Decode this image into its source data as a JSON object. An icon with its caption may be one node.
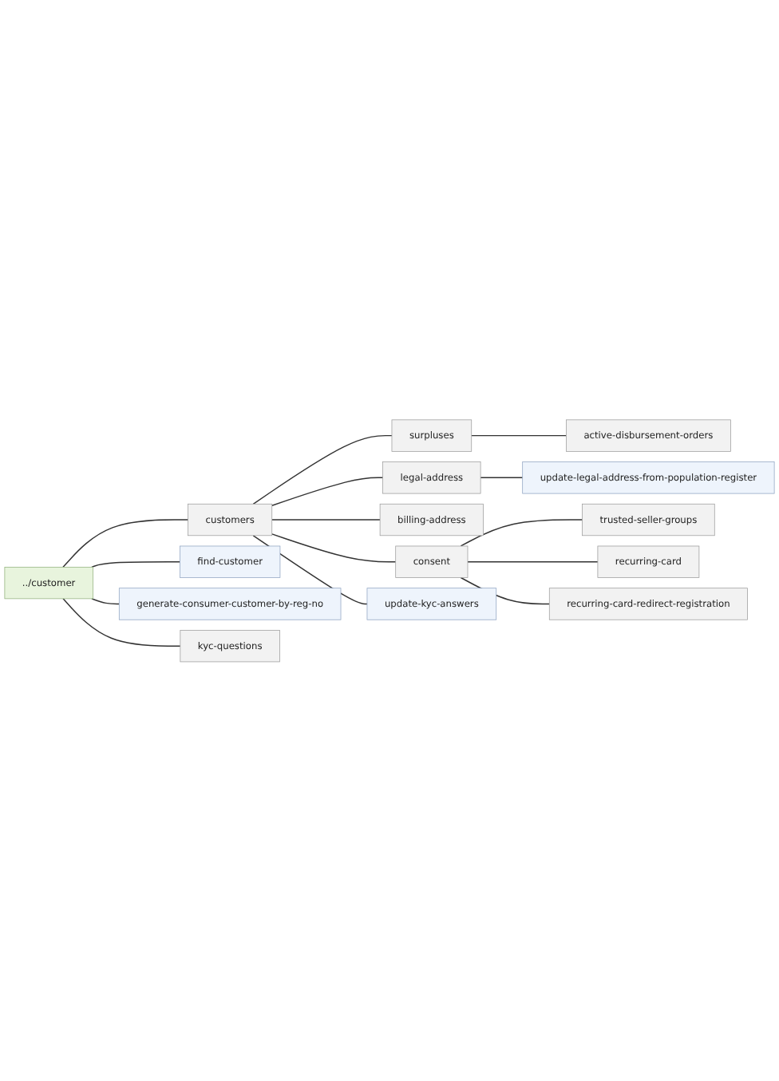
{
  "diagram": {
    "nodes": [
      {
        "text": [
          "../customer"
        ]
      },
      {
        "text": [
          "customers"
        ]
      },
      {
        "text": [
          "surpluses"
        ]
      },
      {
        "text": [
          "active-disbursement-orders"
        ]
      },
      {
        "text": [
          "legal-address"
        ]
      },
      {
        "text": [
          "update-legal-address-from-population-register"
        ]
      },
      {
        "text": [
          "billing-address"
        ]
      },
      {
        "text": [
          "consent"
        ]
      },
      {
        "text": [
          "trusted-seller-groups"
        ]
      },
      {
        "text": [
          "recurring-card"
        ]
      },
      {
        "text": [
          "recurring-card-redirect-registration"
        ]
      },
      {
        "text": [
          "update-kyc-answers"
        ]
      },
      {
        "text": [
          "find-customer"
        ]
      },
      {
        "text": [
          "generate-consumer-customer-by-reg-no"
        ]
      },
      {
        "text": [
          "kyc-questions"
        ]
      }
    ],
    "edges": [
      {
        "from": 0,
        "to": 1,
        "arrow": "none"
      },
      {
        "from": 1,
        "to": 2,
        "arrow": "none"
      },
      {
        "from": 2,
        "to": 3,
        "arrow": "none"
      },
      {
        "from": 1,
        "to": 4,
        "arrow": "none"
      },
      {
        "from": 4,
        "to": 5,
        "arrow": "none"
      },
      {
        "from": 1,
        "to": 6,
        "arrow": "none"
      },
      {
        "from": 1,
        "to": 7,
        "arrow": "none"
      },
      {
        "from": 7,
        "to": 8,
        "arrow": "none"
      },
      {
        "from": 7,
        "to": 9,
        "arrow": "none"
      },
      {
        "from": 7,
        "to": 10,
        "arrow": "none"
      },
      {
        "from": 1,
        "to": 11,
        "arrow": "none"
      },
      {
        "from": 0,
        "to": 12,
        "arrow": "none"
      },
      {
        "from": 0,
        "to": 13,
        "arrow": "none"
      },
      {
        "from": 0,
        "to": 14,
        "arrow": "none"
      }
    ]
  }
}
